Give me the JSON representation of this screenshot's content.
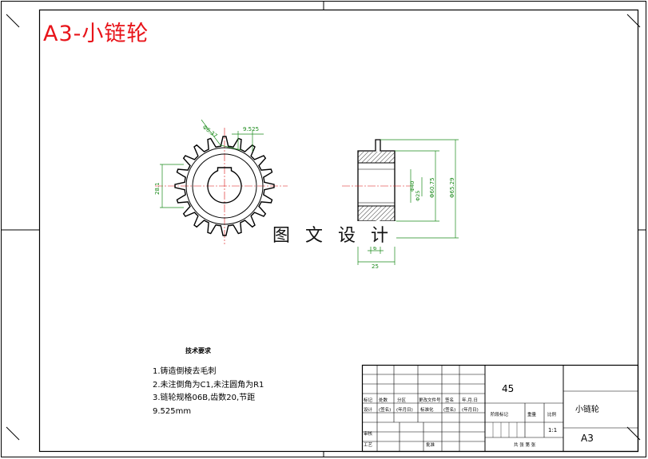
{
  "title": "A3-小链轮",
  "watermark": "图 文 设 计",
  "dimensions": {
    "d_pitch_arc": "Φ6.37",
    "pitch": "9.525",
    "width_label": "28.1",
    "bore": "Φ25",
    "hub": "Φ40",
    "pitch_dia": "Φ60.75",
    "outer_dia": "Φ65.29",
    "tooth_width": "6",
    "total_width": "25"
  },
  "tech_req": {
    "title": "技术要求",
    "line1": "1.铸造倒棱去毛刺",
    "line2": "2.未注倒角为C1,未注圆角为R1",
    "line3": "3.链轮规格06B,齿数20,节距",
    "line4": "9.525mm"
  },
  "title_block": {
    "material": "45",
    "part_name": "小链轮",
    "sheet_size": "A3",
    "scale": "1:1",
    "row_mark": [
      "标记",
      "处数",
      "分区",
      "更改文件号",
      "签名",
      "年.月.日"
    ],
    "row_design": [
      "设计",
      "(签名)",
      "(年月日)",
      "标准化",
      "(签名)",
      "(年月日)"
    ],
    "stage_label": "阶段标记",
    "weight_label": "重量",
    "scale_label": "比例",
    "review_label": "审核",
    "process_label": "工艺",
    "approve_label": "批准",
    "sheets_label": "共 张 第 张"
  }
}
